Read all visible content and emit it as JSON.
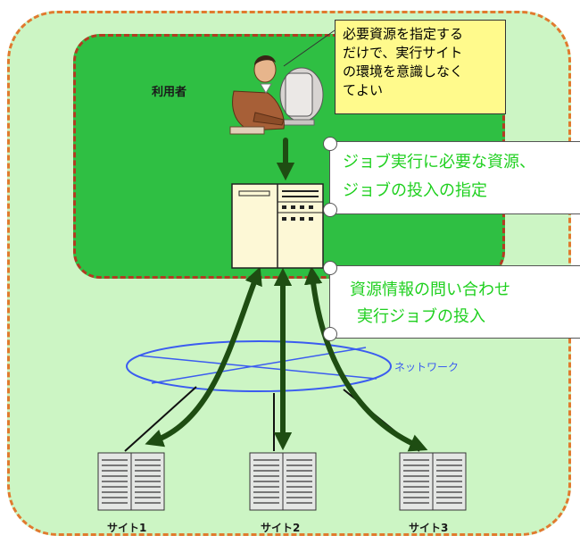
{
  "user_label": "利用者",
  "callout": {
    "lines": [
      "必要資源を指定する",
      "だけで、実行サイト",
      "の環境を意識しなく",
      "てよい"
    ]
  },
  "scroll1": {
    "lines": [
      "ジョブ実行に必要な資源、",
      "ジョブの投入の指定"
    ]
  },
  "scroll2": {
    "lines": [
      "資源情報の問い合わせ",
      "実行ジョブの投入"
    ]
  },
  "network_label": "ネットワーク",
  "sites": [
    {
      "label": "サイト1"
    },
    {
      "label": "サイト2"
    },
    {
      "label": "サイト3"
    }
  ],
  "colors": {
    "outer_fill": "#ccf5c4",
    "outer_border": "#e07a2e",
    "inner_fill": "#2fbf43",
    "inner_border": "#b23b22",
    "arrow": "#1e4d12",
    "network": "#3b5cf0",
    "scroll_text": "#1fd01f",
    "callout_fill": "#fffa8c"
  }
}
